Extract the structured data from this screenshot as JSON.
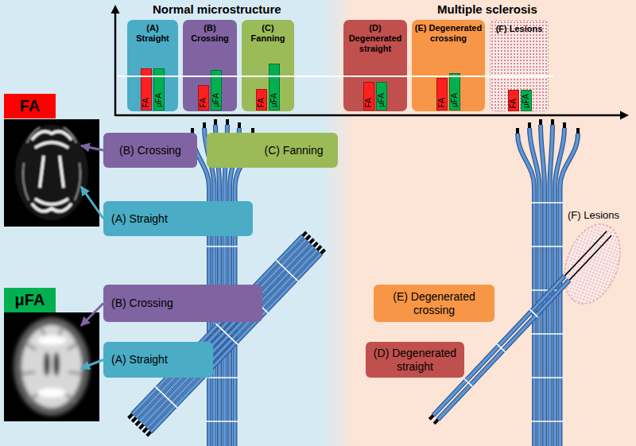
{
  "diagram": {
    "nodes": [
      {
        "text": [
          "Normal microstructure"
        ]
      },
      {
        "text": [
          "(A) Straight"
        ],
        "in": 0
      },
      {
        "text": [
          "FA"
        ],
        "in": 1
      },
      {
        "text": [
          "μFA"
        ],
        "in": 1
      },
      {
        "text": [
          "(B) Crossing"
        ],
        "in": 0
      },
      {
        "text": [
          "FA"
        ],
        "in": 4
      },
      {
        "text": [
          "μFA"
        ],
        "in": 4
      },
      {
        "text": [
          "(C) Fanning"
        ],
        "in": 0
      },
      {
        "text": [
          "FA"
        ],
        "in": 7
      },
      {
        "text": [
          "μFA"
        ],
        "in": 7
      },
      {
        "text": [
          "FA"
        ],
        "in": 0
      },
      {
        "text": [
          "(B) Crossing"
        ],
        "in": 0
      },
      {
        "text": [
          "(C) Fanning"
        ],
        "in": 0
      },
      {
        "text": [
          "(A) Straight"
        ],
        "in": 0
      },
      {
        "text": [
          "μFA"
        ],
        "in": 0
      },
      {
        "text": [
          "(B) Crossing"
        ],
        "in": 0
      },
      {
        "text": [
          "(A) Straight"
        ],
        "in": 0
      },
      {
        "text": [
          "Multiple sclerosis"
        ]
      },
      {
        "text": [
          "(D) Degenerated straight"
        ],
        "in": 17
      },
      {
        "text": [
          "FA"
        ],
        "in": 18
      },
      {
        "text": [
          "μFA"
        ],
        "in": 18
      },
      {
        "text": [
          "(E) Degenerated crossing"
        ],
        "in": 17
      },
      {
        "text": [
          "FA"
        ],
        "in": 21
      },
      {
        "text": [
          "μFA"
        ],
        "in": 21
      },
      {
        "text": [
          "(F) Lesions"
        ],
        "in": 17
      },
      {
        "text": [
          "FA"
        ],
        "in": 24
      },
      {
        "text": [
          "μFA"
        ],
        "in": 24
      },
      {
        "text": [
          "(E) Degenerated crossing"
        ],
        "in": 17
      },
      {
        "text": [
          "(D) Degenerated straight"
        ],
        "in": 17
      }
    ],
    "edges": [
      {
        "from": 11,
        "to": 10,
        "arrow": "to"
      },
      {
        "from": 13,
        "to": 10,
        "arrow": "to"
      },
      {
        "from": 15,
        "to": 14,
        "arrow": "to"
      },
      {
        "from": 16,
        "to": 14,
        "arrow": "to"
      }
    ],
    "labels": [
      "(F) Lesions"
    ]
  }
}
